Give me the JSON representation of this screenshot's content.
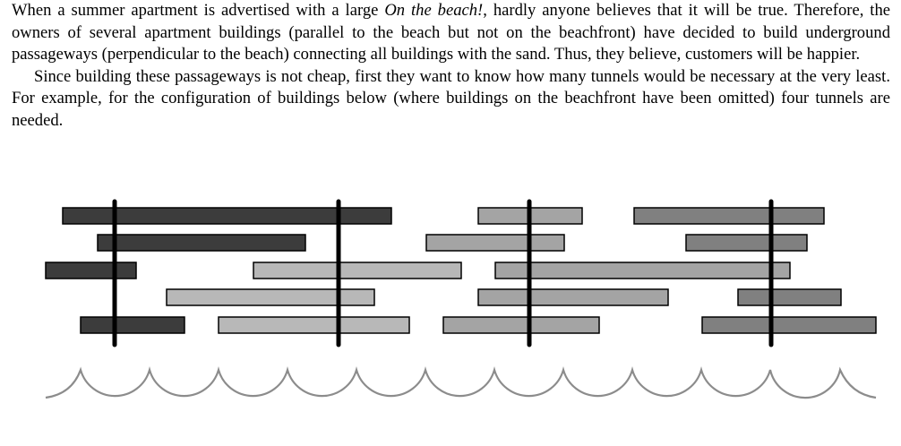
{
  "paragraphs": [
    {
      "before": "When a summer apartment is advertised with a large ",
      "emphasis": "On the beach!",
      "after": ", hardly anyone believes that it will be true. Therefore, the owners of several apartment buildings (parallel to the beach but not on the beachfront) have decided to build underground passageways (perpendicular to the beach) connecting all buildings with the sand. Thus, they believe, customers will be happier."
    },
    {
      "text": "Since building these passageways is not cheap, first they want to know how many tunnels would be necessary at the very least. For example, for the configuration of buildings below (where buildings on the beachfront have been omitted) four tunnels are needed."
    }
  ],
  "figure": {
    "tunnel_count": 4,
    "colors": {
      "group1": "#3c3c3c",
      "group2": "#b8b8b8",
      "group3": "#a4a4a4",
      "group4": "#808080",
      "tunnel": "#000000",
      "waves": "#8c8c8c"
    }
  }
}
